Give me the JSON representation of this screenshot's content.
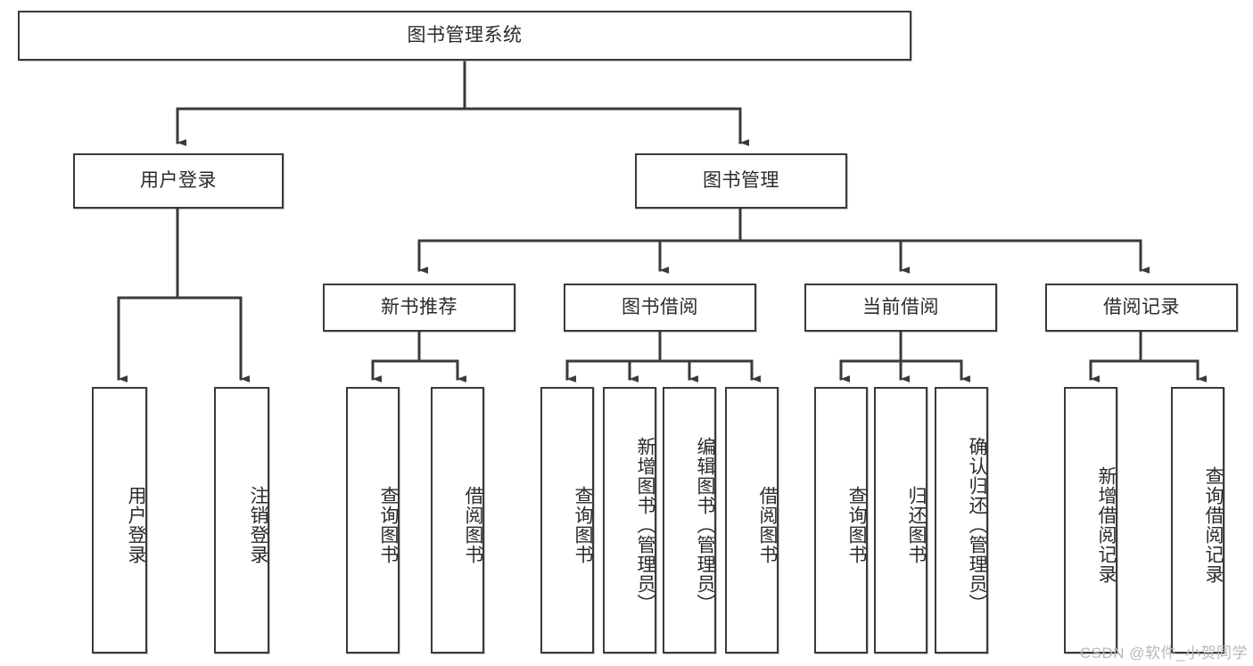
{
  "diagram": {
    "title": "图书管理系统",
    "type": "tree-hierarchy-diagram",
    "root": {
      "id": "root",
      "label": "图书管理系统"
    },
    "level1": [
      {
        "id": "user-login",
        "label": "用户登录"
      },
      {
        "id": "book-manage",
        "label": "图书管理"
      }
    ],
    "level2": [
      {
        "id": "new-book-rec",
        "label": "新书推荐",
        "parent": "book-manage"
      },
      {
        "id": "book-borrow",
        "label": "图书借阅",
        "parent": "book-manage"
      },
      {
        "id": "current-borrow",
        "label": "当前借阅",
        "parent": "book-manage"
      },
      {
        "id": "borrow-record",
        "label": "借阅记录",
        "parent": "book-manage"
      }
    ],
    "leaves": [
      {
        "id": "leaf-user-login",
        "label": "用户登录",
        "parent": "user-login"
      },
      {
        "id": "leaf-logout",
        "label": "注销登录",
        "parent": "user-login"
      },
      {
        "id": "leaf-query-book-1",
        "label": "查询图书",
        "parent": "new-book-rec"
      },
      {
        "id": "leaf-borrow-book-1",
        "label": "借阅图书",
        "parent": "new-book-rec"
      },
      {
        "id": "leaf-query-book-2",
        "label": "查询图书",
        "parent": "book-borrow"
      },
      {
        "id": "leaf-add-book",
        "label": "新增图书（管理员）",
        "parent": "book-borrow"
      },
      {
        "id": "leaf-edit-book",
        "label": "编辑图书（管理员）",
        "parent": "book-borrow"
      },
      {
        "id": "leaf-borrow-book-2",
        "label": "借阅图书",
        "parent": "book-borrow"
      },
      {
        "id": "leaf-query-book-3",
        "label": "查询图书",
        "parent": "current-borrow"
      },
      {
        "id": "leaf-return-book",
        "label": "归还图书",
        "parent": "current-borrow"
      },
      {
        "id": "leaf-confirm-return",
        "label": "确认归还（管理员）",
        "parent": "current-borrow"
      },
      {
        "id": "leaf-add-record",
        "label": "新增借阅记录",
        "parent": "borrow-record"
      },
      {
        "id": "leaf-query-record",
        "label": "查询借阅记录",
        "parent": "borrow-record"
      }
    ],
    "colors": {
      "stroke": "#3a3a3a",
      "text": "#2b2b2b",
      "background": "#ffffff",
      "watermark": "#b9b9b9"
    }
  },
  "watermark": {
    "text": "CSDN @软件_小贺同学"
  }
}
